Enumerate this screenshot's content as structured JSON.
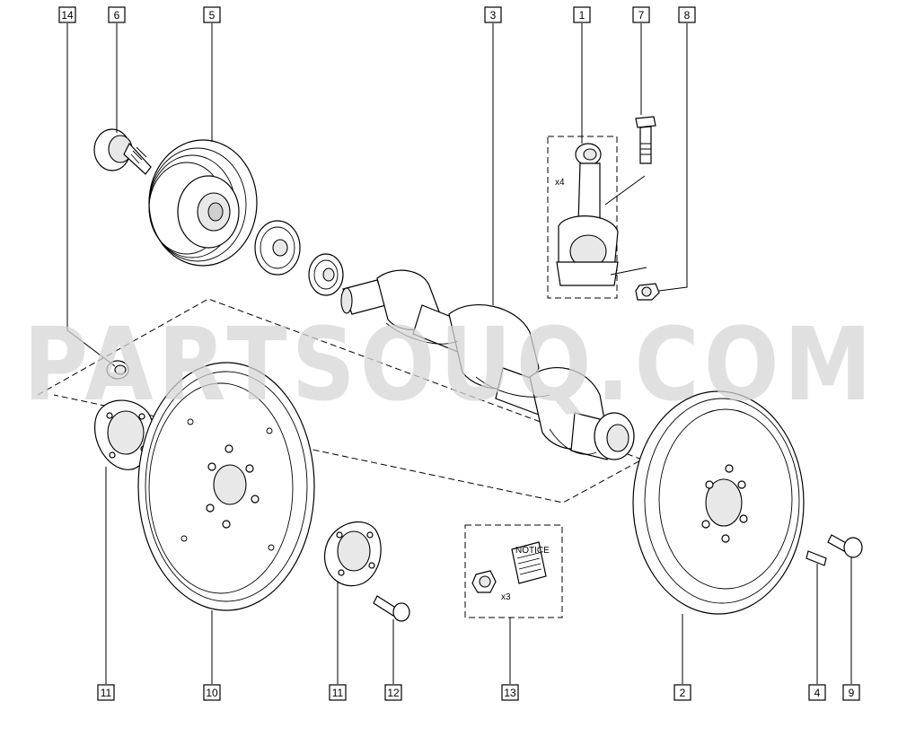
{
  "watermark": "PARTSOUQ.COM",
  "callouts": {
    "c14": "14",
    "c6": "6",
    "c5": "5",
    "c3": "3",
    "c1": "1",
    "c7": "7",
    "c8": "8",
    "c11a": "11",
    "c10": "10",
    "c11b": "11",
    "c12": "12",
    "c13": "13",
    "c2": "2",
    "c4": "4",
    "c9": "9"
  },
  "annotations": {
    "rods_qty": "x4",
    "bolts_qty": "x3",
    "notice_label": "NOTICE"
  }
}
